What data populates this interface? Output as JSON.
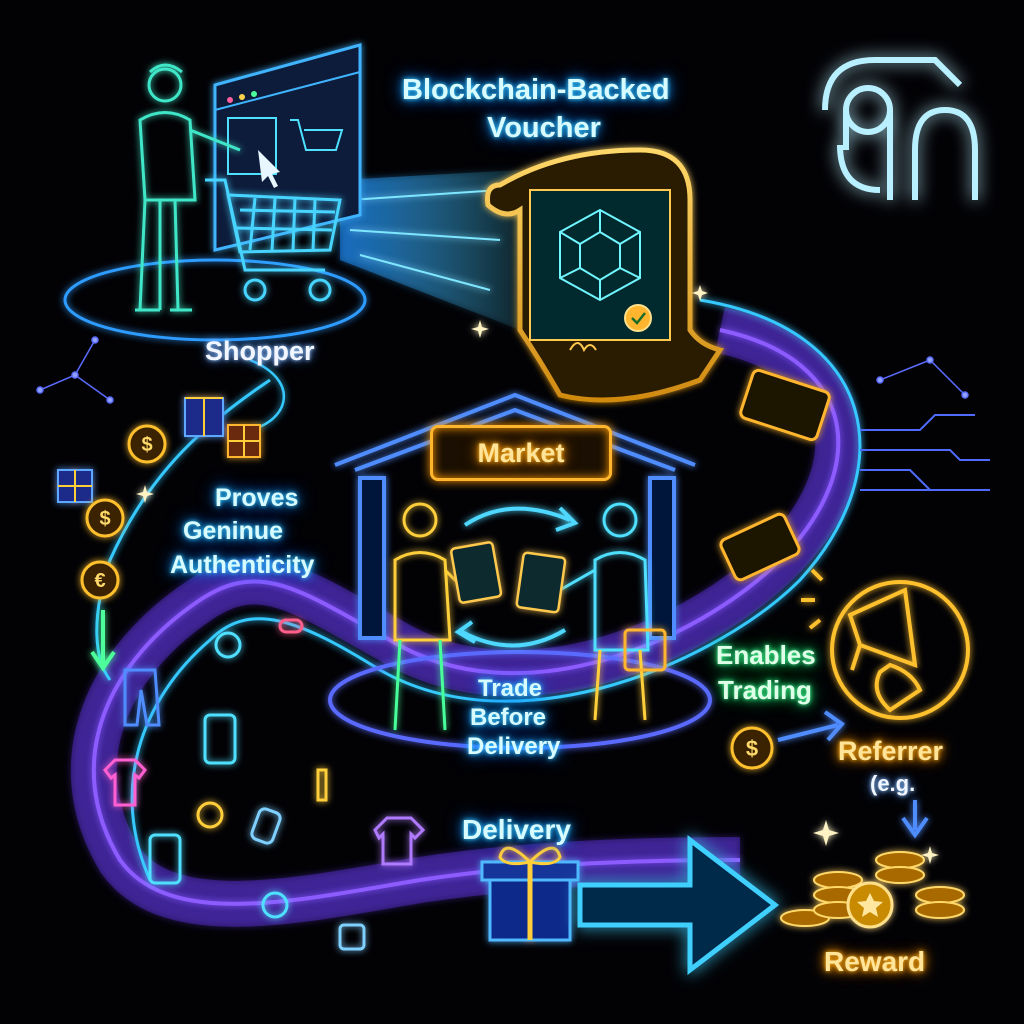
{
  "labels": {
    "voucher_line1": "Blockchain-Backed",
    "voucher_line2": "Voucher",
    "shopper": "Shopper",
    "proves_line1": "Proves",
    "proves_line2": "Geninue",
    "proves_line3": "Authenticity",
    "market": "Market",
    "trade_line1": "Trade",
    "trade_line2": "Before",
    "trade_line3": "Delivery",
    "enables_line1": "Enables",
    "enables_line2": "Trading",
    "referrer": "Referrer",
    "eg": "(e.g.",
    "delivery": "Delivery",
    "reward": "Reward"
  },
  "icons": {
    "logo": "neon-monogram-logo",
    "currency": [
      "dollar-coin-icon",
      "euro-coin-icon"
    ],
    "megaphone": "megaphone-icon"
  },
  "colors": {
    "background": "#020205",
    "cyan_glow": "#3fd0ff",
    "purple_path": "#7a4dff",
    "gold": "#ffb62e",
    "green": "#4dff9a"
  }
}
